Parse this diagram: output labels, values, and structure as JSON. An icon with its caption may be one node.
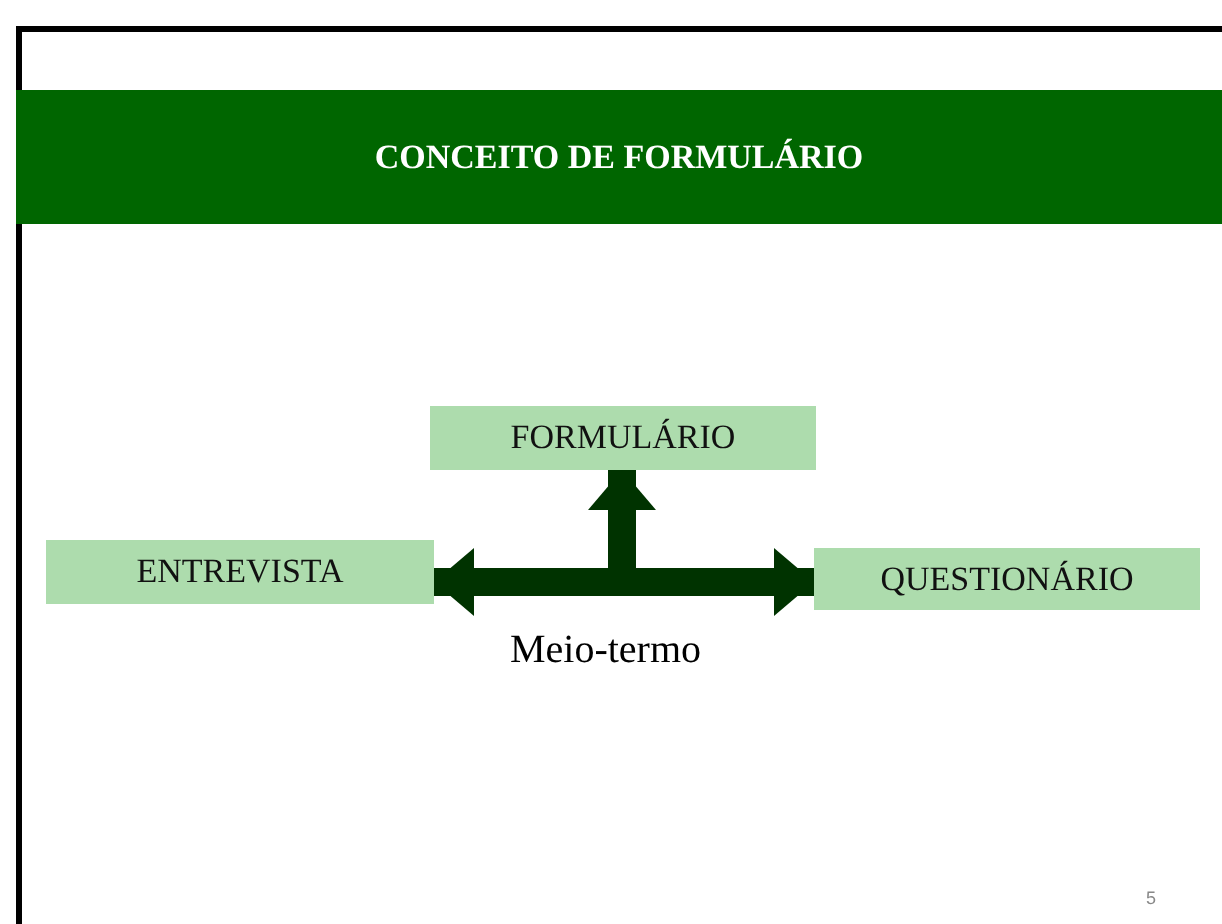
{
  "diagram": {
    "title": "CONCEITO DE FORMULÁRIO",
    "nodes": [
      {
        "text": [
          "FORMULÁRIO"
        ]
      },
      {
        "text": [
          "ENTREVISTA"
        ]
      },
      {
        "text": [
          "QUESTIONÁRIO"
        ]
      }
    ],
    "edges": [
      {
        "from": null,
        "to": 0,
        "arrow": "to"
      },
      {
        "from": null,
        "to": 1,
        "arrow": "to"
      },
      {
        "from": null,
        "to": 2,
        "arrow": "to"
      }
    ],
    "labels": [
      "Meio-termo",
      "5"
    ]
  }
}
